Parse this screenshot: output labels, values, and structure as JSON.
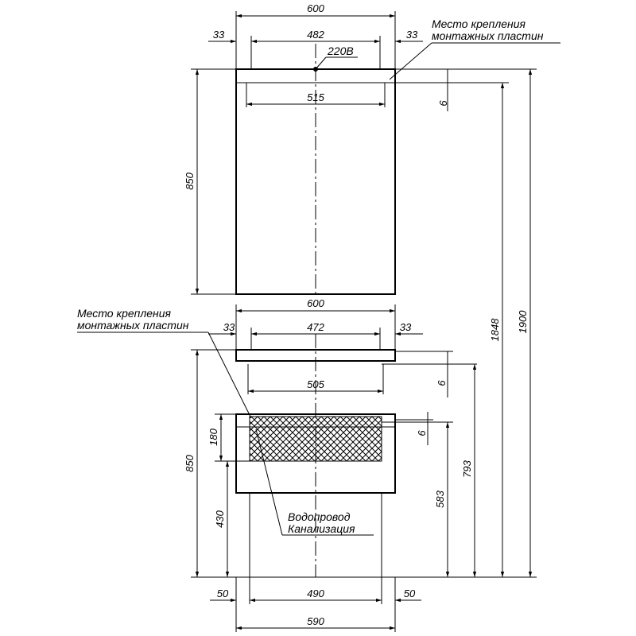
{
  "top_unit": {
    "width": "600",
    "side_left": "33",
    "inner": "482",
    "side_right": "33",
    "power_label": "220В",
    "panel_width": "515",
    "panel_thickness": "6",
    "height": "850",
    "note_line1": "Место крепления",
    "note_line2": "монтажных пластин"
  },
  "bottom_unit": {
    "width": "600",
    "side_left": "33",
    "inner": "472",
    "side_right": "33",
    "panel_width": "505",
    "panel_thickness": "6",
    "panel_thickness_2": "6",
    "note_line1": "Место крепления",
    "note_line2": "монтажных пластин",
    "height": "850",
    "drawer_height": "180",
    "leg_height": "430",
    "plumbing_height": "583",
    "mount_height": "793",
    "total_mount_height": "1848",
    "total_height": "1900",
    "plumbing_line1": "Водопровод",
    "plumbing_line2": "Канализация",
    "foot_left": "50",
    "foot_inner": "490",
    "foot_right": "50",
    "base_width": "590"
  }
}
